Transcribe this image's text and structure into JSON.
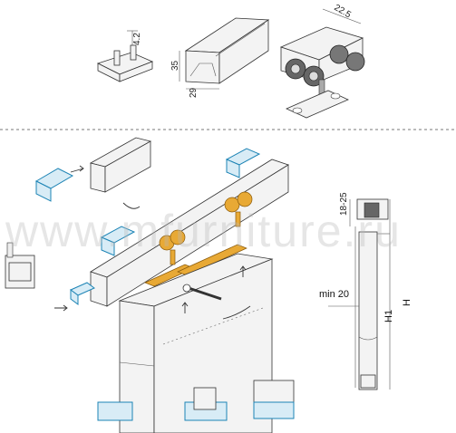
{
  "dimensions": {
    "clip_height": "4.2",
    "rail_height": "35",
    "rail_width": "29",
    "roller_width": "22.5",
    "side_top": "18-25",
    "min_gap": "min 20",
    "h1": "H1",
    "h": "H"
  },
  "watermark": "www.mfurniture.ru",
  "colors": {
    "accent_blue": "#1d84b5",
    "accent_gold": "#e8a935",
    "divider": "#777777"
  }
}
